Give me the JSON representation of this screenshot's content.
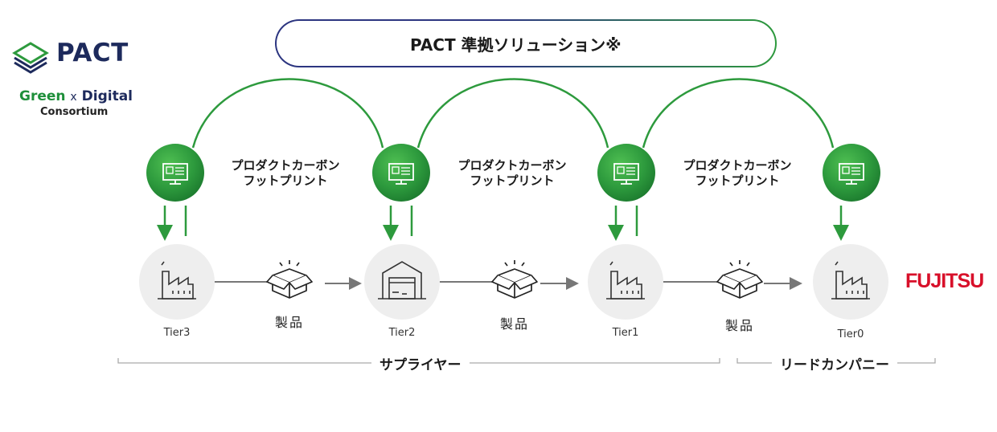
{
  "logos": {
    "pact": "PACT",
    "green": "Green",
    "x": "x",
    "digital": "Digital",
    "consortium": "Consortium",
    "fujitsu": "FUJITSU",
    "badge_text": "PACT"
  },
  "header": {
    "title": "PACT 準拠ソリューション※"
  },
  "pcf_label_line1": "プロダクトカーボン",
  "pcf_label_line2": "フットプリント",
  "product_label": "製品",
  "tiers": [
    "Tier3",
    "Tier2",
    "Tier1",
    "Tier0"
  ],
  "sections": {
    "supplier": "サプライヤー",
    "lead": "リードカンパニー"
  },
  "colors": {
    "green": "#2d9a3d",
    "navy": "#2c3580",
    "gray": "#eeeeee",
    "fujitsu_red": "#d8102a"
  },
  "icons": [
    "monitor-icon",
    "factory-icon",
    "warehouse-icon",
    "box-icon",
    "arrow-icon",
    "pact-badge-icon"
  ]
}
